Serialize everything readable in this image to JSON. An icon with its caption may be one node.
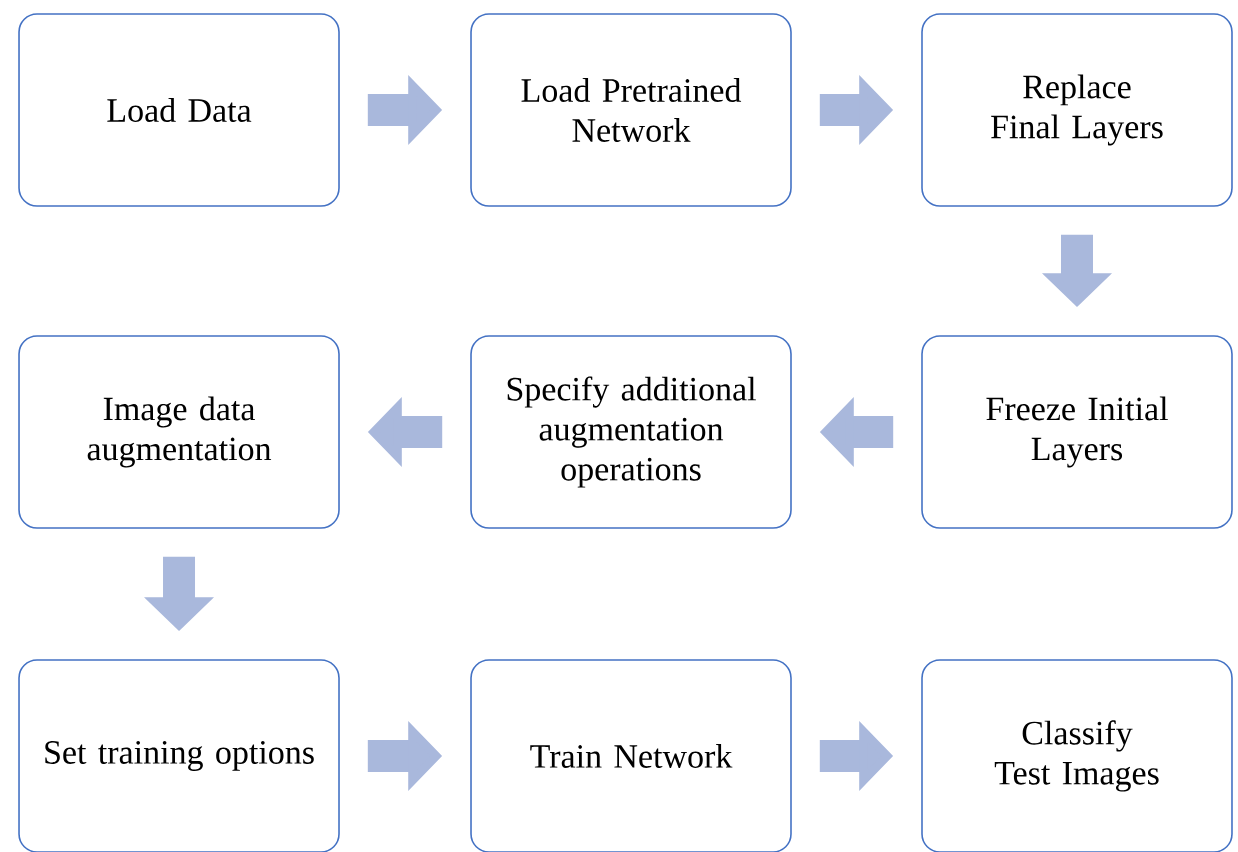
{
  "diagram": {
    "nodes": [
      {
        "text": [
          "Load Data"
        ]
      },
      {
        "text": [
          "Load Pretrained Network"
        ]
      },
      {
        "text": [
          "Replace Final Layers"
        ]
      },
      {
        "text": [
          "Freeze Initial Layers"
        ]
      },
      {
        "text": [
          "Specify additional augmentation operations"
        ]
      },
      {
        "text": [
          "Image data augmentation"
        ]
      },
      {
        "text": [
          "Set training options"
        ]
      },
      {
        "text": [
          "Train Network"
        ]
      },
      {
        "text": [
          "Classify Test Images"
        ]
      }
    ],
    "edges": [
      {
        "from": 0,
        "to": 1,
        "arrow": "to"
      },
      {
        "from": 1,
        "to": 2,
        "arrow": "to"
      },
      {
        "from": 2,
        "to": 3,
        "arrow": "to"
      },
      {
        "from": 3,
        "to": 4,
        "arrow": "to"
      },
      {
        "from": 4,
        "to": 5,
        "arrow": "to"
      },
      {
        "from": 5,
        "to": 6,
        "arrow": "to"
      },
      {
        "from": 6,
        "to": 7,
        "arrow": "to"
      },
      {
        "from": 7,
        "to": 8,
        "arrow": "to"
      }
    ]
  }
}
